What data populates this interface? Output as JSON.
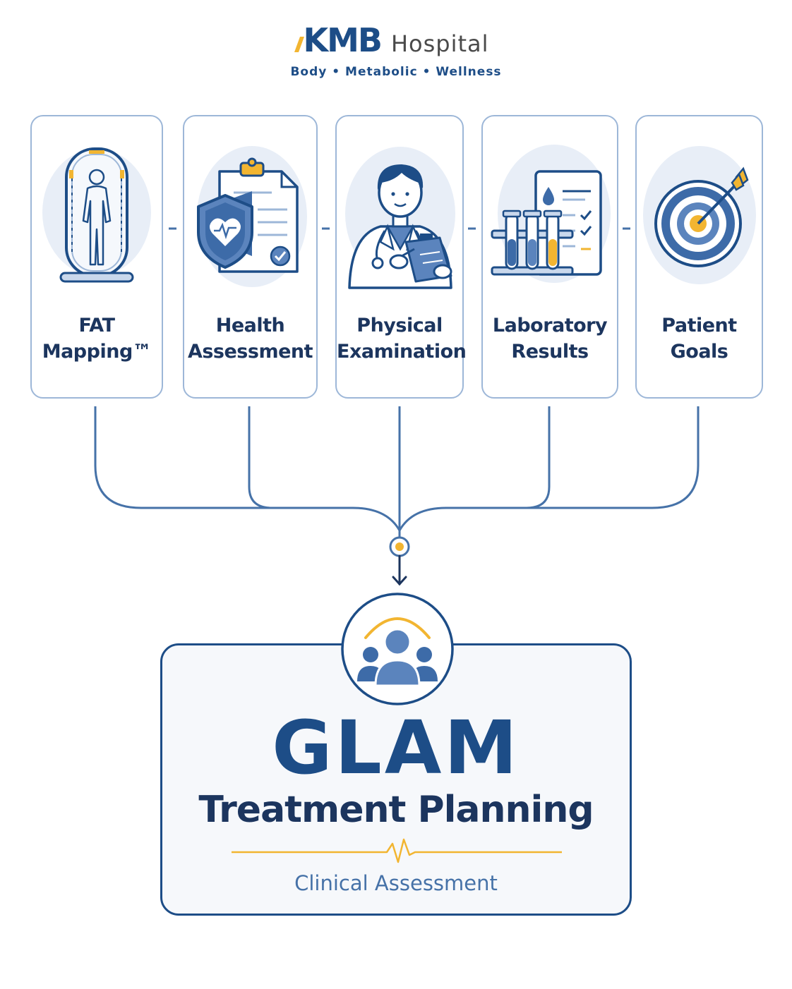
{
  "header": {
    "brand": "KMB",
    "name": "Hospital",
    "tagline": "Body • Metabolic • Wellness"
  },
  "steps": [
    {
      "line1": "FAT",
      "line2": "Mapping™",
      "icon": "body-scanner-icon"
    },
    {
      "line1": "Health",
      "line2": "Assessment",
      "icon": "clipboard-shield-icon"
    },
    {
      "line1": "Physical",
      "line2": "Examination",
      "icon": "doctor-icon"
    },
    {
      "line1": "Laboratory",
      "line2": "Results",
      "icon": "test-tubes-icon"
    },
    {
      "line1": "Patient",
      "line2": "Goals",
      "icon": "target-arrow-icon"
    }
  ],
  "result": {
    "icon": "team-icon",
    "title": "GLAM",
    "subtitle": "Treatment Planning",
    "caption": "Clinical Assessment"
  },
  "colors": {
    "primary": "#1d4d87",
    "dark": "#1c355e",
    "accent": "#f2b531",
    "line": "#4672a8",
    "card_border": "#9db7d8"
  }
}
